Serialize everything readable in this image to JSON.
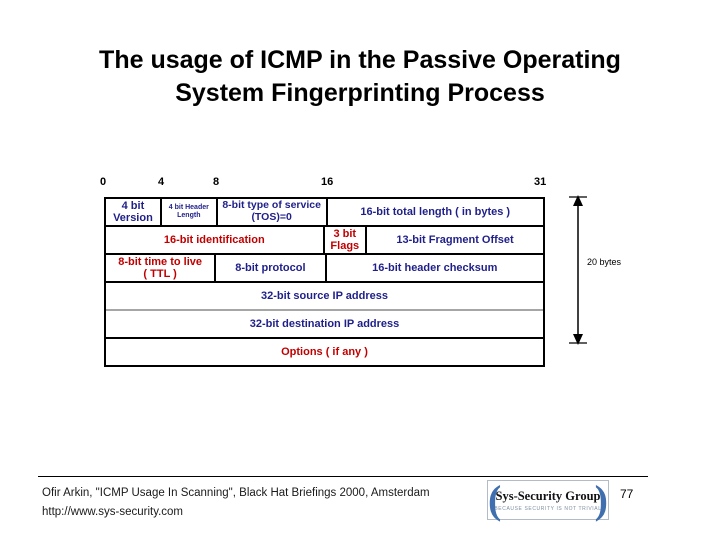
{
  "title": {
    "line1": "The usage of ICMP in the Passive Operating",
    "line2": "System Fingerprinting Process"
  },
  "diagram": {
    "bits": [
      "0",
      "4",
      "8",
      "16",
      "31"
    ],
    "byte_label": "20 bytes",
    "rows": [
      {
        "cells": [
          {
            "label": "4 bit\nVersion",
            "color": "#1f1f8a",
            "bits": 4
          },
          {
            "label": "4 bit Header\nLength",
            "color": "#1f1f8a",
            "bits": 4
          },
          {
            "label": "8-bit type of service\n(TOS)=0",
            "color": "#1f1f8a",
            "bits": 8
          },
          {
            "label": "16-bit total length ( in bytes )",
            "color": "#1f1f8a",
            "bits": 16
          }
        ]
      },
      {
        "cells": [
          {
            "label": "16-bit identification",
            "color": "#c00000",
            "bits": 16
          },
          {
            "label": "3 bit\nFlags",
            "color": "#c00000",
            "bits": 3
          },
          {
            "label": "13-bit Fragment Offset",
            "color": "#1f1f8a",
            "bits": 13
          }
        ]
      },
      {
        "cells": [
          {
            "label": "8-bit time to live\n( TTL )",
            "color": "#c00000",
            "bits": 8
          },
          {
            "label": "8-bit protocol",
            "color": "#1f1f8a",
            "bits": 8
          },
          {
            "label": "16-bit header checksum",
            "color": "#1f1f8a",
            "bits": 16
          }
        ]
      },
      {
        "cells": [
          {
            "label": "32-bit source IP address",
            "color": "#1f1f8a",
            "bits": 32
          }
        ]
      },
      {
        "cells": [
          {
            "label": "32-bit destination IP address",
            "color": "#1f1f8a",
            "bits": 32
          }
        ]
      },
      {
        "cells": [
          {
            "label": "Options ( if any )",
            "color": "#c00000",
            "bits": 32
          }
        ]
      }
    ]
  },
  "footer": {
    "citation_line1": "Ofir Arkin, \"ICMP Usage In Scanning\", Black Hat Briefings 2000, Amsterdam",
    "citation_line2": "http://www.sys-security.com",
    "page_number": "77",
    "logo": {
      "name": "Sys-Security Group",
      "tagline": "BECAUSE SECURITY IS NOT TRIVIAL"
    }
  },
  "colors": {
    "field_navy": "#1f1f8a",
    "field_red": "#c00000",
    "table_border": "#000000",
    "gray_divider": "#a6a6a6",
    "logo_blue": "#3f6fae"
  }
}
